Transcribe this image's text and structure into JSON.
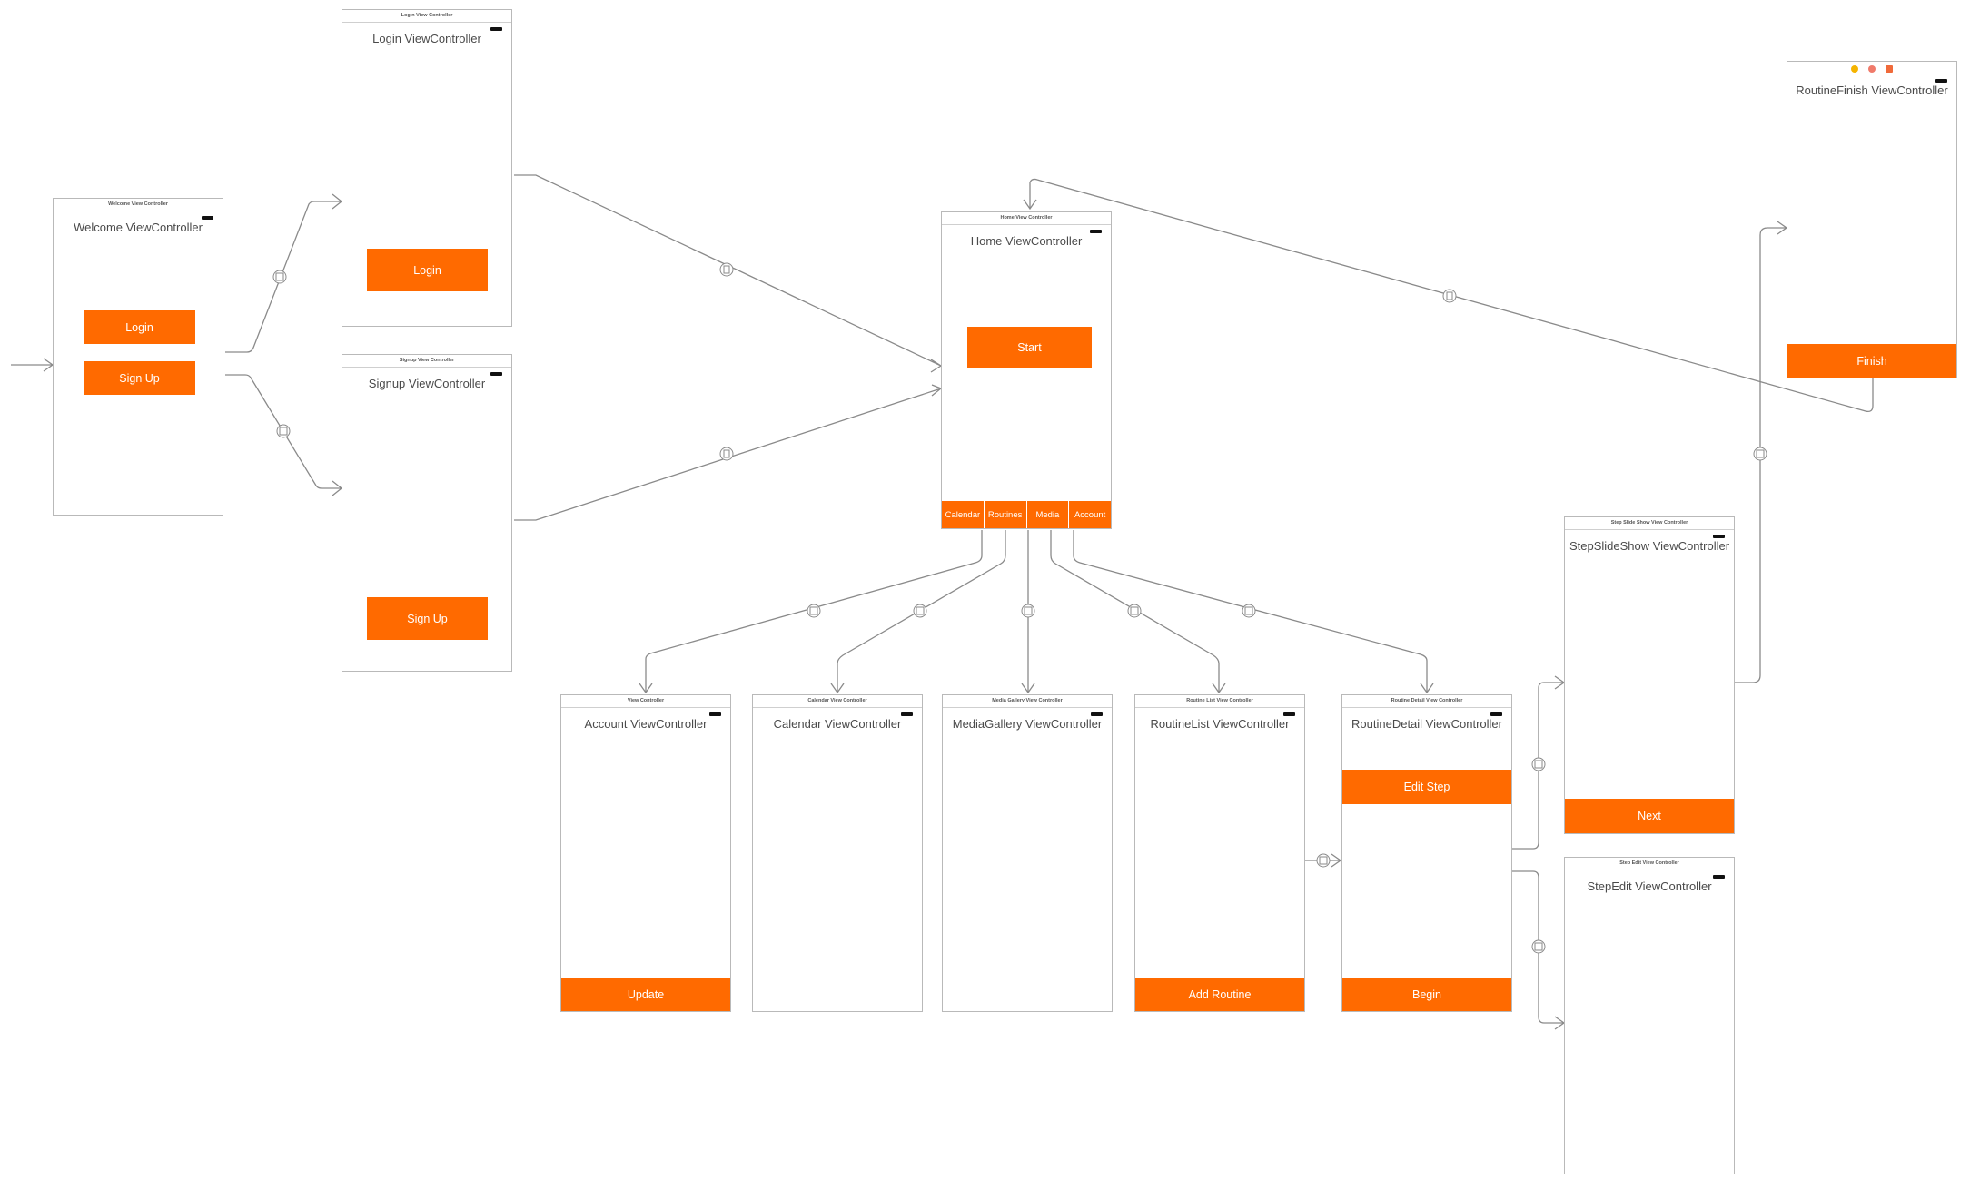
{
  "colors": {
    "accent": "#ff6a00",
    "segue": "#8a8a8a",
    "scene_border": "#b9b9b9"
  },
  "scenes": {
    "welcome": {
      "header": "Welcome View Controller",
      "title": "Welcome ViewController",
      "login": "Login",
      "signup": "Sign Up"
    },
    "login": {
      "header": "Login View Controller",
      "title": "Login ViewController",
      "button": "Login"
    },
    "signup": {
      "header": "Signup View Controller",
      "title": "Signup ViewController",
      "button": "Sign Up"
    },
    "home": {
      "header": "Home View Controller",
      "title": "Home ViewController",
      "start": "Start",
      "tabs": [
        "Calendar",
        "Routines",
        "Media",
        "Account"
      ]
    },
    "routine_finish": {
      "title": "RoutineFinish ViewController",
      "button": "Finish",
      "dot_colors": [
        "#f5b400",
        "#f07a6a",
        "#f06a3a"
      ]
    },
    "account": {
      "header": "View Controller",
      "title": "Account ViewController",
      "button": "Update"
    },
    "calendar": {
      "header": "Calendar View Controller",
      "title": "Calendar ViewController"
    },
    "media": {
      "header": "Media Gallery View Controller",
      "title": "MediaGallery ViewController"
    },
    "routine_list": {
      "header": "Routine List View Controller",
      "title": "RoutineList ViewController",
      "button": "Add Routine"
    },
    "routine_detail": {
      "header": "Routine Detail View Controller",
      "title": "RoutineDetail ViewController",
      "edit": "Edit Step",
      "begin": "Begin"
    },
    "slideshow": {
      "header": "Step Slide Show View Controller",
      "title": "StepSlideShow ViewController",
      "button": "Next"
    },
    "step_edit": {
      "header": "Step Edit View Controller",
      "title": "StepEdit ViewController"
    }
  },
  "segue_icon": "segue-badge-icon"
}
